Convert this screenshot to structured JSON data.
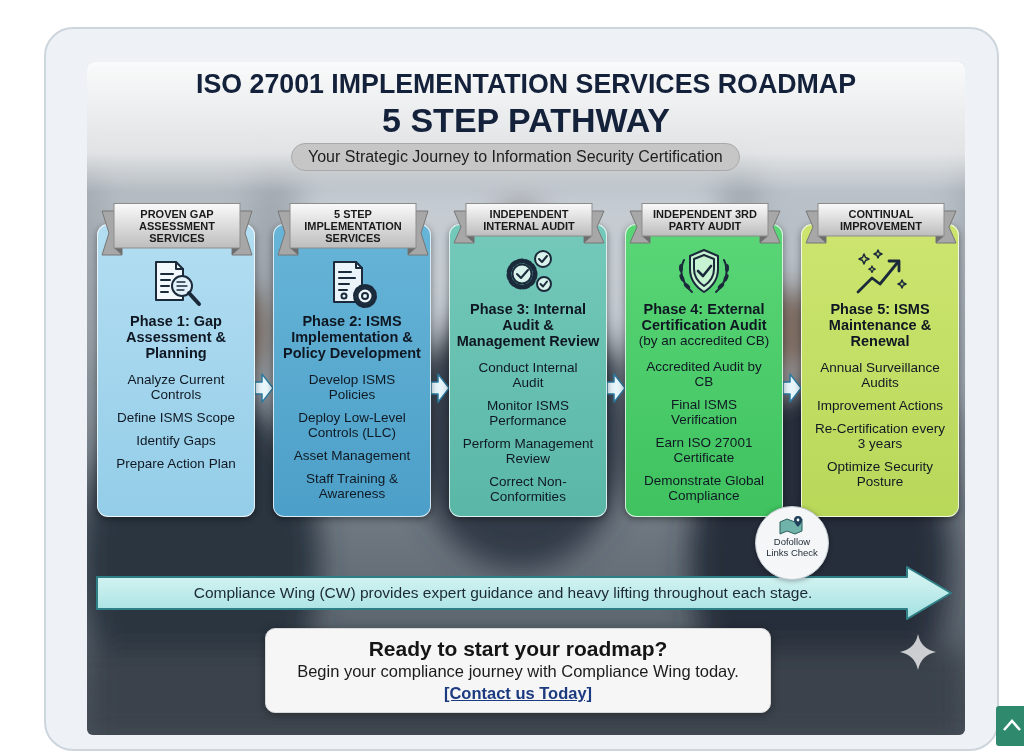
{
  "diagram": {
    "title": "ISO 27001 IMPLEMENTATION SERVICES ROADMAP",
    "nodes": [
      {
        "text": [
          "Your Strategic Journey to Information Security Certification"
        ]
      },
      {
        "text": [
          "Phase 1: Gap Assessment & Planning",
          "Analyze Current Controls",
          "Define ISMS Scope",
          "Identify Gaps",
          "Prepare Action Plan"
        ]
      },
      {
        "text": [
          "PROVEN GAP ASSESSMENT SERVICES"
        ],
        "in": 1
      },
      {
        "text": [
          "Phase 2: ISMS Implementation & Policy Development",
          "Develop ISMS Policies",
          "Deploy Low-Level Controls (LLC)",
          "Asset Management",
          "Staff Training & Awareness"
        ]
      },
      {
        "text": [
          "5 STEP IMPLEMENTATION SERVICES"
        ],
        "in": 3
      },
      {
        "text": [
          "Phase 3: Internal Audit & Management Review",
          "Conduct Internal Audit",
          "Monitor ISMS Performance",
          "Perform Management Review",
          "Correct Non-Conformities"
        ]
      },
      {
        "text": [
          "INDEPENDENT INTERNAL AUDIT"
        ],
        "in": 5
      },
      {
        "text": [
          "Phase 4: External Certification Audit",
          "(by an accredited CB)",
          "Accredited Audit by CB",
          "Final ISMS Verification",
          "Earn ISO 27001 Certificate",
          "Demonstrate Global Compliance"
        ]
      },
      {
        "text": [
          "INDEPENDENT 3RD PARTY AUDIT"
        ],
        "in": 7
      },
      {
        "text": [
          "Phase 5: ISMS Maintenance & Renewal",
          "Annual Surveillance Audits",
          "Improvement Actions",
          "Re-Certification every 3 years",
          "Optimize Security Posture"
        ]
      },
      {
        "text": [
          "CONTINUAL IMPROVEMENT"
        ],
        "in": 9
      },
      {
        "text": [
          "Compliance Wing (CW) provides expert guidance and heavy lifting throughout each stage."
        ]
      },
      {
        "text": [
          "Ready to start your roadmap?",
          "Begin your compliance journey with Compliance Wing today.",
          "[Contact us Today]"
        ]
      }
    ],
    "edges": [
      {
        "from": 1,
        "to": 3,
        "arrow": "to"
      },
      {
        "from": 3,
        "to": 5,
        "arrow": "to"
      },
      {
        "from": 5,
        "to": 7,
        "arrow": "to"
      },
      {
        "from": 7,
        "to": 9,
        "arrow": "to"
      }
    ],
    "labels": [
      "5 STEP PATHWAY",
      "Dofollow Links Check"
    ]
  }
}
